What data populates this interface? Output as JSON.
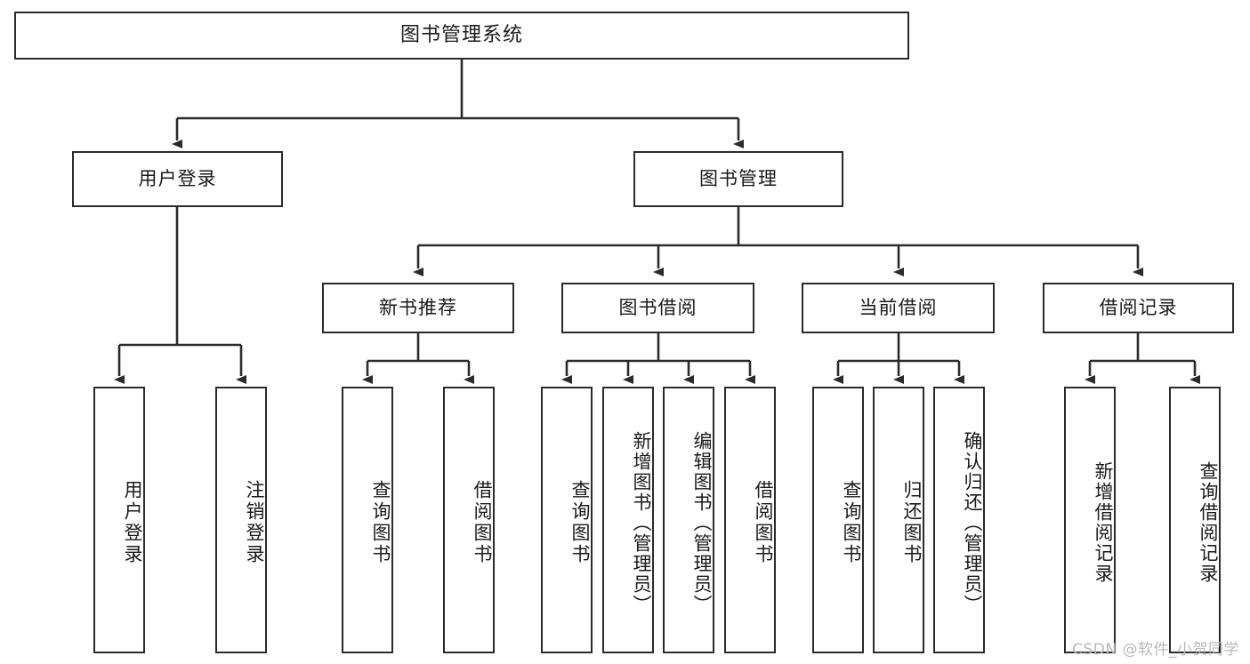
{
  "diagram": {
    "title": "图书管理系统",
    "type": "function-structure-tree",
    "colors": {
      "box_border": "#2b2b2b",
      "box_fill": "#ffffff",
      "edge": "#2b2b2b",
      "text": "#1a1a1a",
      "watermark": "#b9b9b9",
      "background": "#ffffff"
    },
    "watermark": "CSDN @软件_小贺同学",
    "nodes": {
      "root": {
        "label": "图书管理系统"
      },
      "level2": [
        {
          "id": "user-login",
          "label": "用户登录"
        },
        {
          "id": "book-manage",
          "label": "图书管理"
        }
      ],
      "level3": [
        {
          "id": "new-book-recommend",
          "label": "新书推荐"
        },
        {
          "id": "book-borrow",
          "label": "图书借阅"
        },
        {
          "id": "current-borrow",
          "label": "当前借阅"
        },
        {
          "id": "borrow-record",
          "label": "借阅记录"
        }
      ],
      "leaves": {
        "user-login": [
          {
            "id": "leaf-user-login",
            "label": "用户登录"
          },
          {
            "id": "leaf-logout-login",
            "label": "注销登录"
          }
        ],
        "new-book-recommend": [
          {
            "id": "leaf-query-book-1",
            "label": "查询图书"
          },
          {
            "id": "leaf-borrow-book-1",
            "label": "借阅图书"
          }
        ],
        "book-borrow": [
          {
            "id": "leaf-query-book-2",
            "label": "查询图书"
          },
          {
            "id": "leaf-add-book",
            "label": "新增图书（管理员）"
          },
          {
            "id": "leaf-edit-book",
            "label": "编辑图书（管理员）"
          },
          {
            "id": "leaf-borrow-book-2",
            "label": "借阅图书"
          }
        ],
        "current-borrow": [
          {
            "id": "leaf-query-book-3",
            "label": "查询图书"
          },
          {
            "id": "leaf-return-book",
            "label": "归还图书"
          },
          {
            "id": "leaf-confirm-return",
            "label": "确认归还（管理员）"
          }
        ],
        "borrow-record": [
          {
            "id": "leaf-add-record",
            "label": "新增借阅记录"
          },
          {
            "id": "leaf-query-record",
            "label": "查询借阅记录"
          }
        ]
      }
    }
  }
}
